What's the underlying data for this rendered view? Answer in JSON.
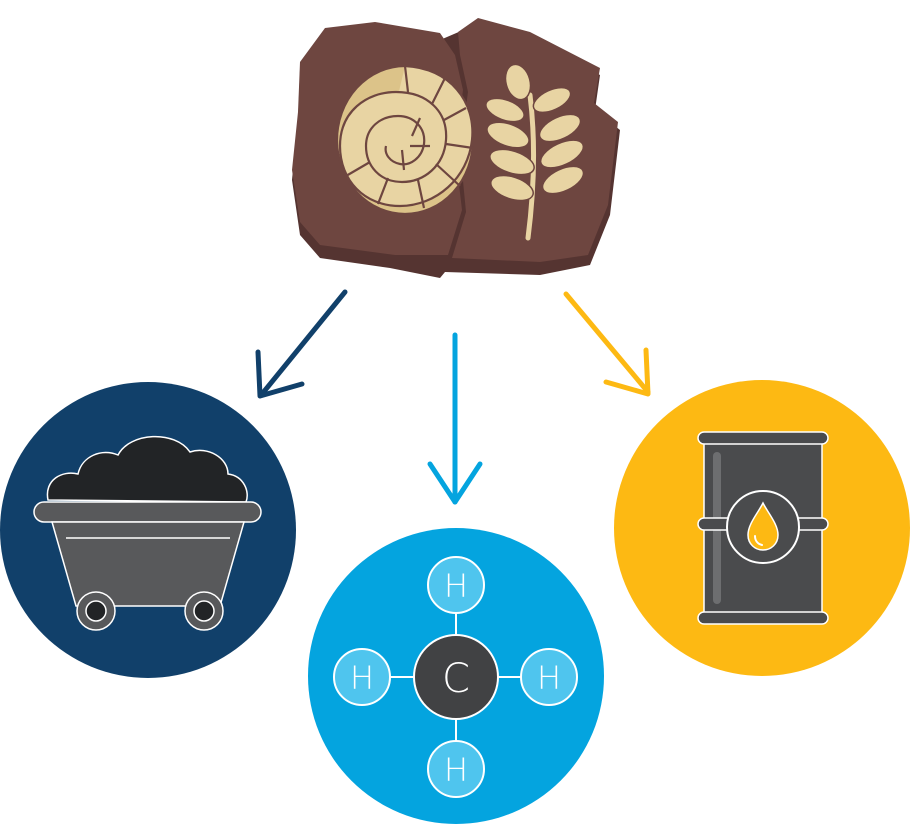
{
  "colors": {
    "background": "#ffffff",
    "fossil_rock": "#6e4640",
    "fossil_rock_shadow": "#553431",
    "fossil_imprint": "#e8d4a3",
    "coal_circle": "#11406a",
    "coal_arrow": "#11406a",
    "gas_circle": "#04a4df",
    "gas_arrow": "#04a4df",
    "oil_circle": "#fdb913",
    "oil_arrow": "#fdb913",
    "coal_lump": "#222426",
    "cart_body": "#58595b",
    "hydrogen_atom": "#4fc5ee",
    "carbon_atom": "#414244",
    "barrel_body": "#4a4b4d",
    "oil_drop": "#fdb913"
  },
  "icons": {
    "source": "fossil-rock-icon",
    "ammonite": "ammonite-fossil-icon",
    "plant": "fern-fossil-icon",
    "coal": "coal-mine-cart-icon",
    "gas": "methane-molecule-icon",
    "oil": "oil-barrel-icon"
  },
  "molecule": {
    "center_atom": "C",
    "top_atom": "H",
    "left_atom": "H",
    "right_atom": "H",
    "bottom_atom": "H"
  }
}
